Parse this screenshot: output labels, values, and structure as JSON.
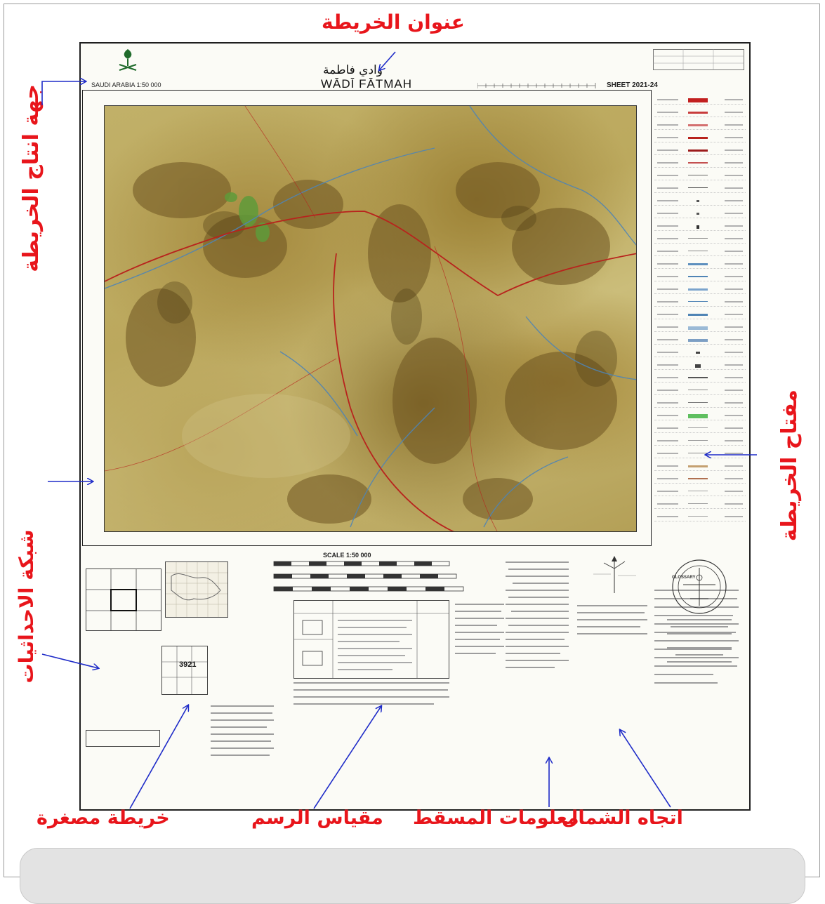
{
  "annotations": {
    "map_title": "عنوان الخريطة",
    "map_producer": "جهة انتاج الخريطة",
    "coordinate_grid": "شبكة الاحداثيات",
    "map_key": "مفتاح الخريطة",
    "inset_map": "خريطة مصغرة",
    "scale": "مقياس الرسم",
    "projection_info": "معلومات المسقط",
    "north_direction": "اتجاه الشمال"
  },
  "sheet": {
    "title_ar": "وادي فاطمة",
    "title_en": "WĀDĪ FĀTMAH",
    "country_scale": "SAUDI ARABIA 1:50 000",
    "sheet_number": "SHEET 2021-24",
    "scale_label": "SCALE 1:50 000",
    "glossary_label": "GLOSSARY",
    "inset_number": "3921"
  },
  "colors": {
    "annotation_red": "#e8151b",
    "arrow_blue": "#1e2bc8",
    "road_red": "#b8231d",
    "water_blue": "#4f84b5"
  }
}
